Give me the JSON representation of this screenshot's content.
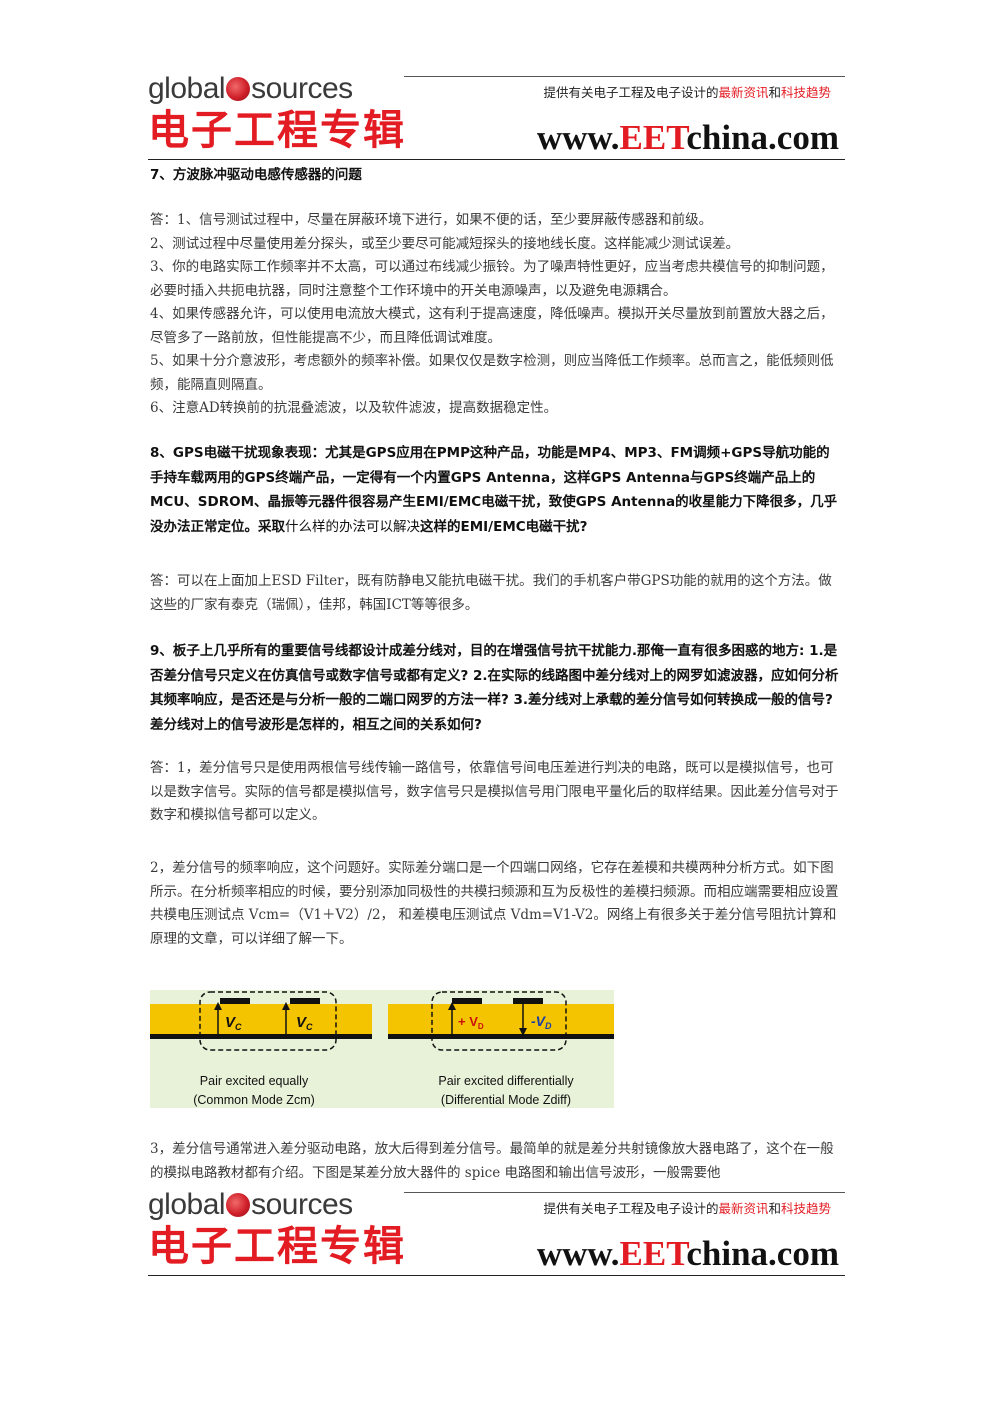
{
  "header": {
    "logo_en_1": "global",
    "logo_en_2": "sources",
    "logo_cn": "电子工程专辑",
    "tagline_prefix": "提供有关电子工程及电子设计的",
    "tagline_hl1": "最新资讯",
    "tagline_mid": "和",
    "tagline_hl2": "科技趋势",
    "site_pre": "www.",
    "site_red": "EET",
    "site_post": "china.com"
  },
  "sections": {
    "q7": "7、方波脉冲驱动电感传感器的问题",
    "a7": [
      "答：1、信号测试过程中，尽量在屏蔽环境下进行，如果不便的话，至少要屏蔽传感器和前级。",
      "2、测试过程中尽量使用差分探头，或至少要尽可能减短探头的接地线长度。这样能减少测试误差。",
      "3、你的电路实际工作频率并不太高，可以通过布线减少振铃。为了噪声特性更好，应当考虑共模信号的抑制问题，必要时插入共扼电抗器，同时注意整个工作环境中的开关电源噪声，以及避免电源耦合。",
      "4、如果传感器允许，可以使用电流放大模式，这有利于提高速度，降低噪声。模拟开关尽量放到前置放大器之后，尽管多了一路前放，但性能提高不少，而且降低调试难度。",
      "5、如果十分介意波形，考虑额外的频率补偿。如果仅仅是数字检测，则应当降低工作频率。总而言之，能低频则低频，能隔直则隔直。",
      "6、注意AD转换前的抗混叠滤波，以及软件滤波，提高数据稳定性。"
    ],
    "q8_a": "8、GPS电磁干扰现象表现：尤其是GPS应用在PMP这种产品，功能是MP4、MP3、FM调频+GPS导航功能的手持车载两用的GPS终端产品，一定得有一个内置GPS Antenna，这样GPS Antenna与GPS终端产品上的MCU、SDROM、晶振等元器件很容易产生EMI/EMC电磁干扰，致使GPS Antenna的收星能力下降很多，几乎没办法正常定位。采取",
    "q8_b": "什么样的办法可以解决",
    "q8_c": "这样的EMI/EMC电磁干扰?",
    "a8": "答：可以在上面加上ESD Filter，既有防静电又能抗电磁干扰。我们的手机客户带GPS功能的就用的这个方法。做这些的厂家有泰克（瑞佩），佳邦，韩国ICT等等很多。",
    "q9": "9、板子上几乎所有的重要信号线都设计成差分线对，目的在增强信号抗干扰能力.那俺一直有很多困惑的地方: 1.是否差分信号只定义在仿真信号或数字信号或都有定义? 2.在实际的线路图中差分线对上的网罗如滤波器，应如何分析其频率响应，是否还是与分析一般的二端口网罗的方法一样? 3.差分线对上承载的差分信号如何转换成一般的信号? 差分线对上的信号波形是怎样的，相互之间的关系如何?",
    "a9_1": "答：1，差分信号只是使用两根信号线传输一路信号，依靠信号间电压差进行判决的电路，既可以是模拟信号，也可以是数字信号。实际的信号都是模拟信号，数字信号只是模拟信号用门限电平量化后的取样结果。因此差分信号对于数字和模拟信号都可以定义。",
    "a9_2": "2，差分信号的频率响应，这个问题好。实际差分端口是一个四端口网络，它存在差模和共模两种分析方式。如下图所示。在分析频率相应的时候，要分别添加同极性的共模扫频源和互为反极性的差模扫频源。而相应端需要相应设置共模电压测试点 Vcm=（V1＋V2）/2， 和差模电压测试点 Vdm=V1-V2。网络上有很多关于差分信号阻抗计算和原理的文章，可以详细了解一下。",
    "a9_3": "3，差分信号通常进入差分驱动电路，放大后得到差分信号。最简单的就是差分共射镜像放大器电路了，这个在一般的模拟电路教材都有介绍。下图是某差分放大器件的 spice 电路图和输出信号波形，一般需要他"
  },
  "figure": {
    "left_label_1": "V",
    "left_label_1_sub": "C",
    "left_label_2": "V",
    "left_label_2_sub": "C",
    "right_label_1": "+ V",
    "right_label_1_sub": "D",
    "right_label_2": "-V",
    "right_label_2_sub": "D",
    "left_caption_1": "Pair excited equally",
    "left_caption_2": "(Common Mode Zcm)",
    "right_caption_1": "Pair excited differentially",
    "right_caption_2": "(Differential Mode Zdiff)",
    "colors": {
      "substrate": "#f5c400",
      "background": "#e8f2d9",
      "trace": "#111111"
    }
  }
}
